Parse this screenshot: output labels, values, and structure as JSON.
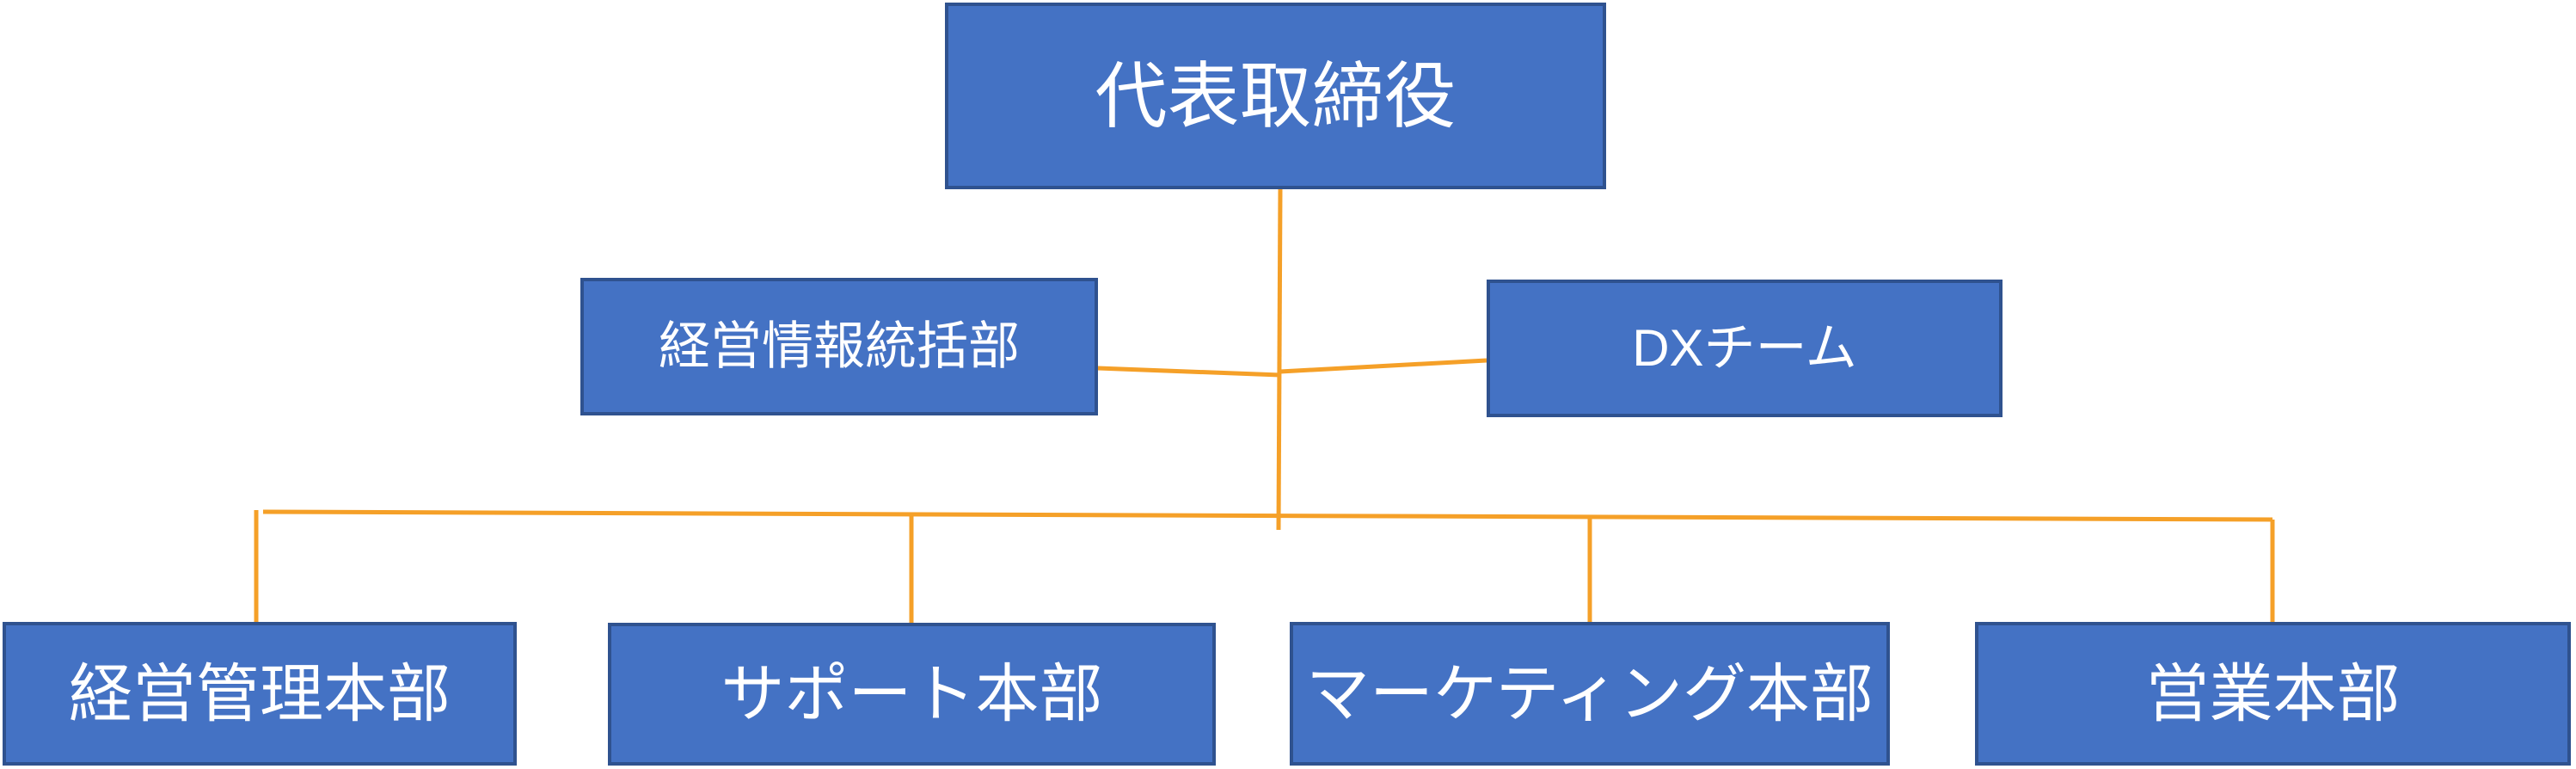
{
  "diagram": {
    "title": "organization-chart",
    "nodes": [
      {
        "id": "ceo",
        "label": "代表取締役"
      },
      {
        "id": "info",
        "label": "経営情報統括部"
      },
      {
        "id": "dx",
        "label": "DXチーム"
      },
      {
        "id": "admin",
        "label": "経営管理本部"
      },
      {
        "id": "support",
        "label": "サポート本部"
      },
      {
        "id": "marketing",
        "label": "マーケティング本部"
      },
      {
        "id": "sales",
        "label": "営業本部"
      }
    ],
    "edges": [
      {
        "from": "代表取締役",
        "to": "経営情報統括部"
      },
      {
        "from": "代表取締役",
        "to": "DXチーム"
      },
      {
        "from": "代表取締役",
        "to": "経営管理本部"
      },
      {
        "from": "代表取締役",
        "to": "サポート本部"
      },
      {
        "from": "代表取締役",
        "to": "マーケティング本部"
      },
      {
        "from": "代表取締役",
        "to": "営業本部"
      }
    ],
    "colors": {
      "node_fill": "#4472C4",
      "node_border": "#2F528F",
      "connector": "#F5A028",
      "text": "#FFFFFF",
      "background": "#FFFFFF"
    }
  }
}
